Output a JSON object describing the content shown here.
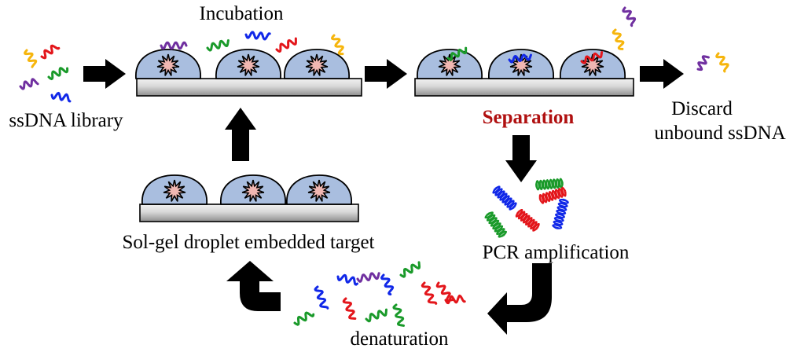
{
  "labels": {
    "incubation": "Incubation",
    "ssdna_library": "ssDNA library",
    "separation": "Separation",
    "discard_line1": "Discard",
    "discard_line2": "unbound ssDNA",
    "pcr_amplification": "PCR amplification",
    "sol_gel_target": "Sol-gel droplet embedded target",
    "denaturation": "denaturation"
  },
  "colors": {
    "separation_text": "#b01010",
    "droplet_fill": "#a9bedf",
    "target_fill": "#f1b7b2",
    "strand_red": "#e3161b",
    "strand_green": "#1a9a2a",
    "strand_blue": "#1128e8",
    "strand_purple": "#7030a0",
    "strand_yellow": "#f6b50c"
  },
  "icons": {
    "step_arrow": "black-block-arrow",
    "cycle_arrow": "black-curved-arrow",
    "strand": "squiggly-ssdna-strand",
    "helix": "double-helix-dsdna",
    "target": "star-target-in-droplet"
  }
}
